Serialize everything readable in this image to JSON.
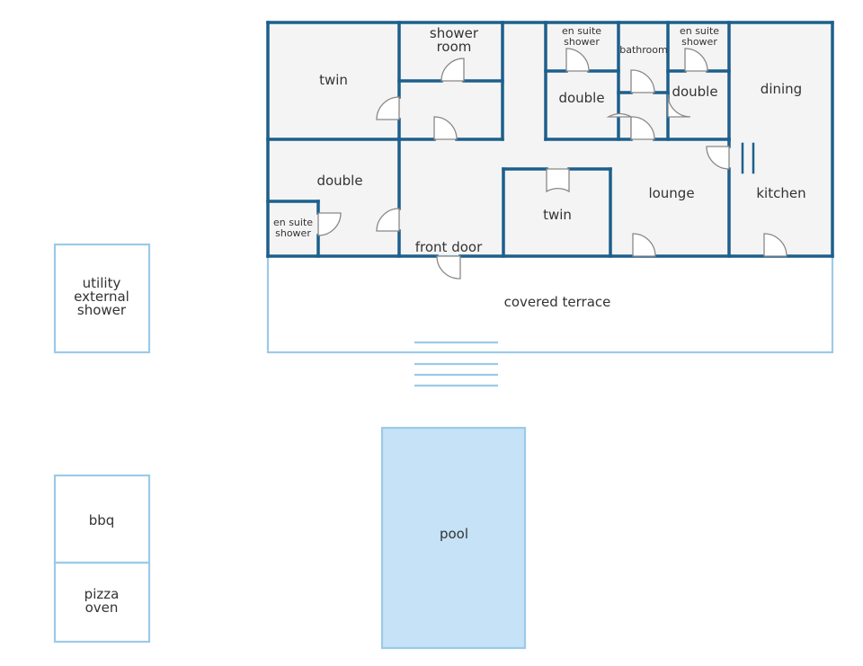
{
  "plan": {
    "rooms": {
      "twin_nw": "twin",
      "shower_room_1": "shower",
      "shower_room_2": "room",
      "ensuite_a_1": "en suite",
      "ensuite_a_2": "shower",
      "bathroom": "bathroom",
      "ensuite_b_1": "en suite",
      "ensuite_b_2": "shower",
      "dining": "dining",
      "double_center": "double",
      "double_right": "double",
      "double_west": "double",
      "ensuite_c_1": "en suite",
      "ensuite_c_2": "shower",
      "lounge": "lounge",
      "kitchen": "kitchen",
      "twin_center": "twin",
      "front_door": "front door",
      "covered_terrace": "covered terrace"
    },
    "outbuildings": {
      "utility_1": "utility",
      "utility_2": "external",
      "utility_3": "shower",
      "bbq": "bbq",
      "pizza_1": "pizza",
      "pizza_2": "oven",
      "pool": "pool"
    },
    "colors": {
      "wall": "#1d5f8c",
      "light_outline": "#9ccae8",
      "pool_fill": "#c5e2f6",
      "room_fill": "#f4f4f4"
    }
  }
}
